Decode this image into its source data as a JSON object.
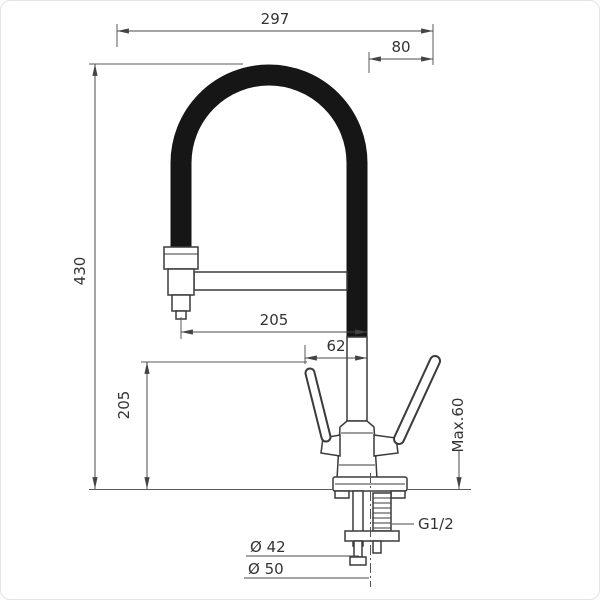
{
  "page": {
    "background": "#ffffff",
    "border_color": "#e4e4e4"
  },
  "drawing": {
    "subject": "kitchen-faucet-front-view",
    "colors": {
      "outline": "#3b3b3b",
      "hose_fill": "#161616",
      "dimension_lines": "#4a4a4a",
      "text": "#333333"
    },
    "dimensions": {
      "total_width": "297",
      "spout_to_right_edge": "80",
      "total_height": "430",
      "spout_reach": "205",
      "spout_offset": "62",
      "body_height": "205",
      "max_mounting_depth": "Max.60",
      "thread_size": "G1/2",
      "hole_diameter": "Ø 42",
      "base_diameter": "Ø 50"
    }
  }
}
